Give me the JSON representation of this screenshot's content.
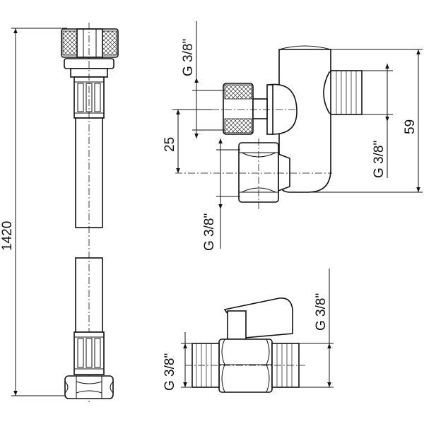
{
  "dimensions": {
    "hose_length": "1420",
    "pipe_offset": "25",
    "valve_height": "59",
    "thread_left_top": "G 3/8\"",
    "thread_left_bottom": "G 3/8\"",
    "thread_right": "G 3/8\"",
    "thread_ball_valve_left": "G 3/8\"",
    "thread_ball_valve_right": "G 3/8\""
  }
}
